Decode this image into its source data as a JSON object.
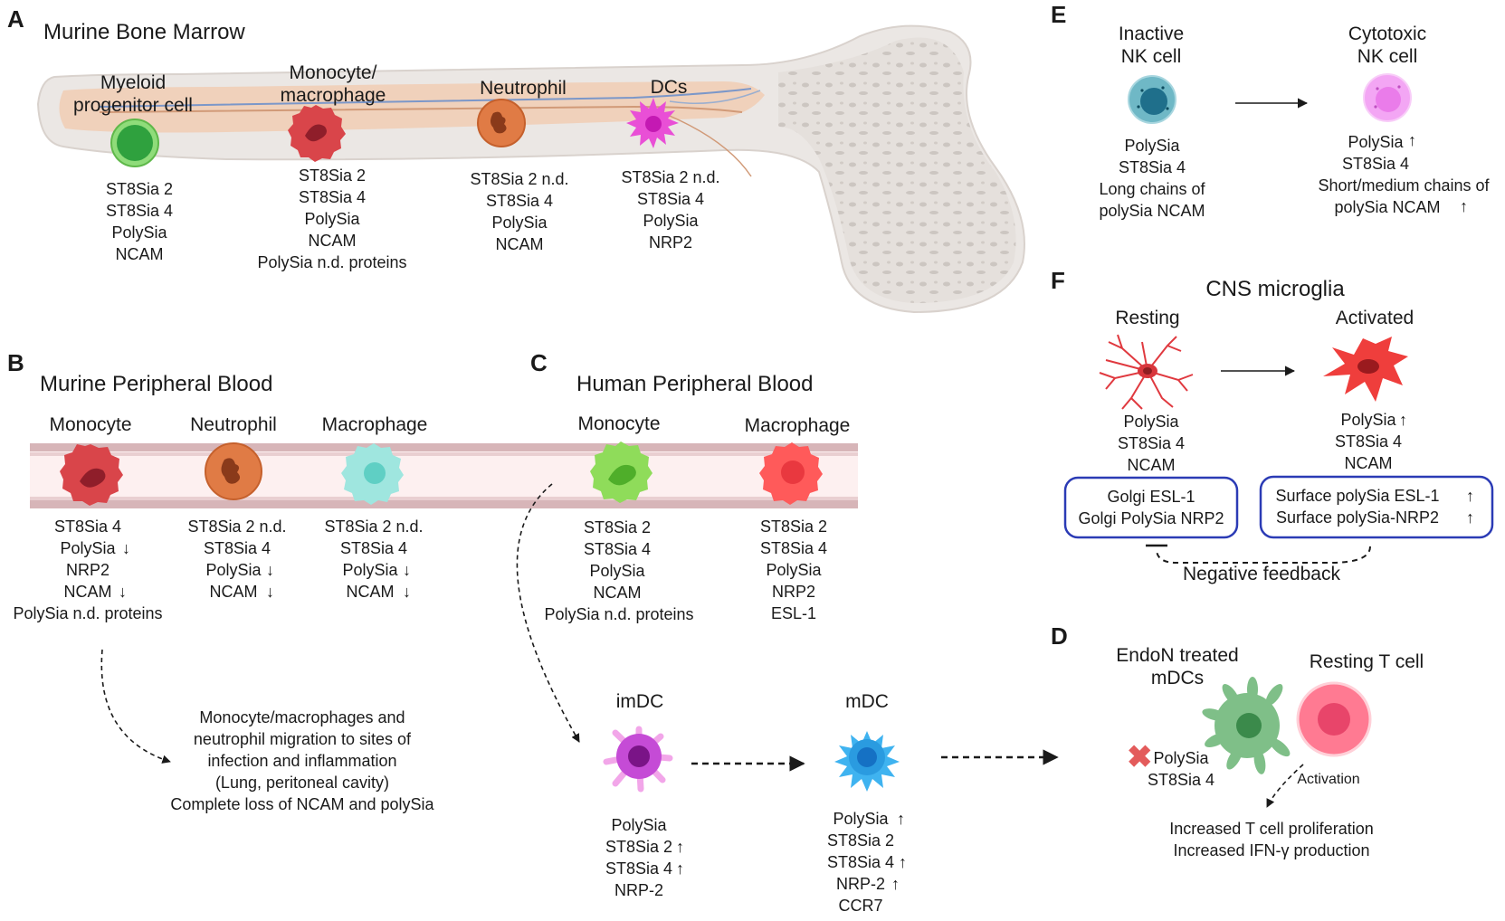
{
  "panels": {
    "A": {
      "letter": "A",
      "title": "Murine Bone Marrow",
      "cells": [
        {
          "name": [
            "Myeloid",
            "progenitor cell"
          ],
          "markers": [
            "ST8Sia 2",
            "ST8Sia 4",
            "PolySia",
            "NCAM"
          ]
        },
        {
          "name": [
            "Monocyte/",
            "macrophage"
          ],
          "markers": [
            "ST8Sia 2",
            "ST8Sia 4",
            "PolySia",
            "NCAM",
            "PolySia n.d. proteins"
          ]
        },
        {
          "name": [
            "Neutrophil"
          ],
          "markers": [
            "ST8Sia 2 n.d.",
            "ST8Sia 4",
            "PolySia",
            "NCAM"
          ]
        },
        {
          "name": [
            "DCs"
          ],
          "markers": [
            "ST8Sia 2 n.d.",
            "ST8Sia 4",
            "PolySia",
            "NRP2"
          ]
        }
      ]
    },
    "B": {
      "letter": "B",
      "title": "Murine Peripheral Blood",
      "cells": [
        {
          "name": "Monocyte",
          "markers": [
            "ST8Sia 4",
            "PolySia",
            "NRP2",
            "NCAM",
            "PolySia n.d. proteins"
          ],
          "down": [
            false,
            true,
            false,
            true,
            false
          ]
        },
        {
          "name": "Neutrophil",
          "markers": [
            "ST8Sia 2 n.d.",
            "ST8Sia 4",
            "PolySia",
            "NCAM"
          ],
          "down": [
            false,
            false,
            true,
            true
          ]
        },
        {
          "name": "Macrophage",
          "markers": [
            "ST8Sia 2 n.d.",
            "ST8Sia 4",
            "PolySia",
            "NCAM"
          ],
          "down": [
            false,
            false,
            true,
            true
          ]
        }
      ],
      "migration_note": [
        "Monocyte/macrophages and",
        "neutrophil migration to sites of",
        "infection and inflammation",
        "(Lung, peritoneal cavity)",
        "Complete loss of NCAM and  polySia"
      ]
    },
    "C": {
      "letter": "C",
      "title": "Human Peripheral Blood",
      "cells": [
        {
          "name": "Monocyte",
          "markers": [
            "ST8Sia 2",
            "ST8Sia 4",
            "PolySia",
            "NCAM",
            "PolySia n.d. proteins"
          ]
        },
        {
          "name": "Macrophage",
          "markers": [
            "ST8Sia 2",
            "ST8Sia 4",
            "PolySia",
            "NRP2",
            "ESL-1"
          ]
        }
      ],
      "imdc": {
        "name": "imDC",
        "markers": [
          "PolySia",
          "ST8Sia 2",
          "ST8Sia 4",
          "NRP-2"
        ],
        "up": [
          false,
          true,
          true,
          false
        ]
      },
      "mdc": {
        "name": "mDC",
        "markers": [
          "PolySia",
          "ST8Sia 2",
          "ST8Sia 4",
          "NRP-2",
          "CCR7"
        ],
        "up": [
          true,
          false,
          true,
          true,
          false
        ]
      }
    },
    "D": {
      "letter": "D",
      "mdc_label": [
        "EndoN treated",
        "mDCs"
      ],
      "tcell_label": "Resting T cell",
      "removed": [
        "PolySia",
        "ST8Sia 4"
      ],
      "activation_label": "Activation",
      "outcomes": [
        "Increased T cell proliferation",
        "Increased IFN-γ production"
      ]
    },
    "E": {
      "letter": "E",
      "inactive": {
        "name": [
          "Inactive",
          "NK cell"
        ],
        "markers": [
          "PolySia",
          "ST8Sia 4",
          "Long chains of",
          "polySia NCAM"
        ]
      },
      "cytotoxic": {
        "name": [
          "Cytotoxic",
          "NK cell"
        ],
        "markers": [
          "PolySia",
          "ST8Sia 4",
          "Short/medium chains of",
          "polySia NCAM"
        ],
        "up": [
          true,
          false,
          false,
          true
        ]
      }
    },
    "F": {
      "letter": "F",
      "title": "CNS microglia",
      "resting": {
        "name": "Resting",
        "markers": [
          "PolySia",
          "ST8Sia 4",
          "NCAM"
        ],
        "box": [
          "Golgi ESL-1",
          "Golgi PolySia NRP2"
        ]
      },
      "activated": {
        "name": "Activated",
        "markers": [
          "PolySia",
          "ST8Sia 4",
          "NCAM"
        ],
        "up": [
          true,
          false,
          false
        ],
        "box": [
          "Surface polySia ESL-1",
          "Surface polySia-NRP2"
        ]
      },
      "feedback": "Negative feedback"
    }
  },
  "colors": {
    "text": "#1a1a1a",
    "arrow_up_down": "#e0211b",
    "box_border": "#2b3bb5",
    "bone": "#ebe7e4",
    "marrow": "#f1cdb4",
    "vessel": "#d7b5b8"
  }
}
